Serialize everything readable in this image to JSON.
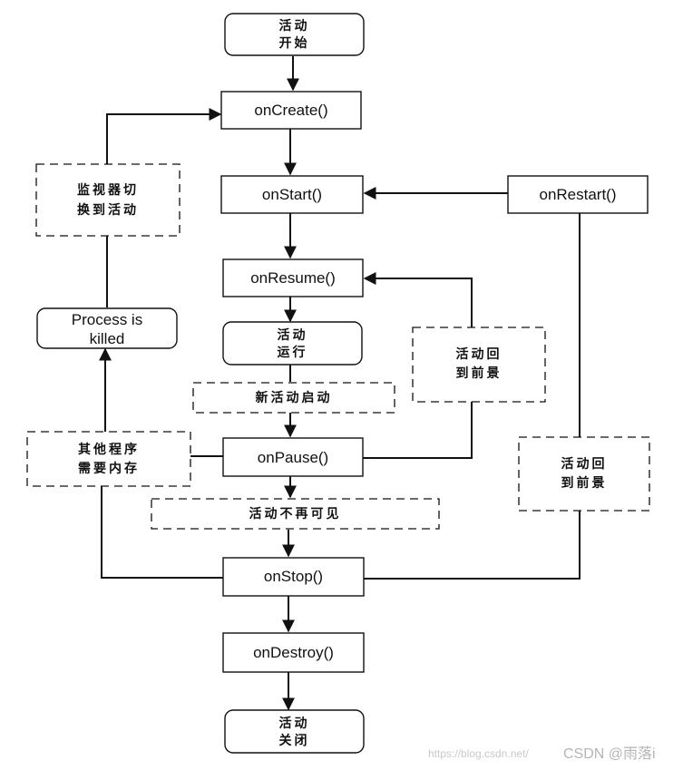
{
  "nodes": {
    "activity_start": [
      "活动",
      "开始"
    ],
    "on_create": "onCreate()",
    "on_start": "onStart()",
    "on_restart": "onRestart()",
    "on_resume": "onResume()",
    "activity_running": [
      "活动",
      "运行"
    ],
    "on_pause": "onPause()",
    "on_stop": "onStop()",
    "on_destroy": "onDestroy()",
    "activity_end": [
      "活动",
      "关闭"
    ],
    "process_killed": [
      "Process is",
      "killed"
    ]
  },
  "conditions": {
    "navigate_back": [
      "监视器切",
      "换到活动"
    ],
    "return_foreground_resume": [
      "活动回",
      "到前景"
    ],
    "new_activity_starts": "新活动启动",
    "low_memory": [
      "其他程序",
      "需要内存"
    ],
    "activity_invisible": "活动不再可见",
    "return_foreground_restart": [
      "活动回",
      "到前景"
    ]
  },
  "watermark": {
    "url": "https://blog.csdn.net/",
    "brand": "CSDN @雨落i"
  }
}
